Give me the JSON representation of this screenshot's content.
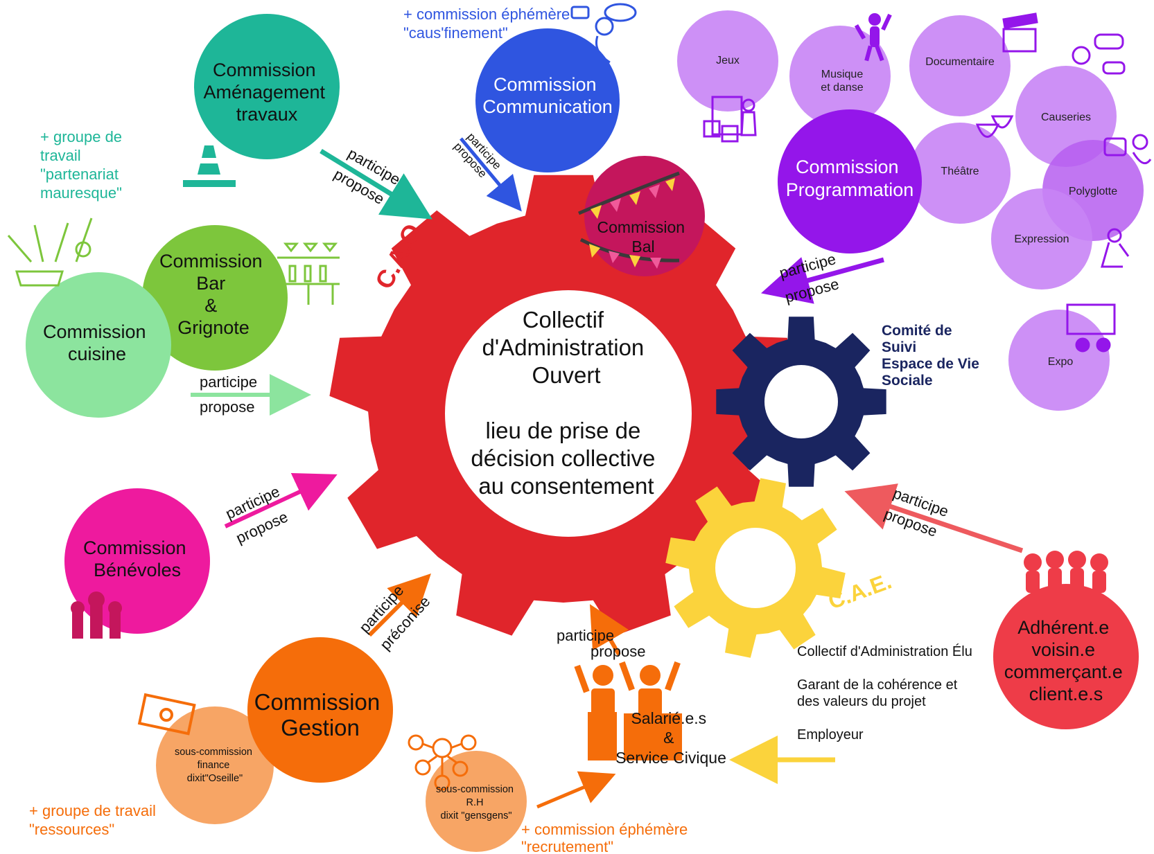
{
  "colors": {
    "red_gear": "#e0252b",
    "navy_gear": "#1a2560",
    "yellow_gear": "#fbd33c",
    "teal": "#1eb698",
    "blue": "#2f55e0",
    "bal": "#c4165c",
    "programmation": "#9416ea",
    "lilac": "#c884f5",
    "lime": "#7dc63c",
    "mint": "#8ce49e",
    "magenta": "#ee1a9e",
    "orange": "#f56d0a",
    "peach": "#f7a565",
    "coral": "#ee3c48"
  },
  "center": {
    "title": [
      "Collectif",
      "d'Administration",
      "Ouvert"
    ],
    "subtitle": [
      "lieu de prise de",
      "décision collective",
      "au consentement"
    ]
  },
  "cao_label": "C.A.O.",
  "cae": {
    "label": "C.A.E.",
    "description": [
      "Collectif d'Administration Élu",
      "Garant de la cohérence  et",
      "des valeurs du projet",
      "Employeur"
    ]
  },
  "comite": [
    "Comité de",
    "Suivi",
    "Espace de Vie",
    "Sociale"
  ],
  "commissions": {
    "amenagement": [
      "Commission",
      "Aménagement",
      "travaux"
    ],
    "communication": [
      "Commission",
      "Communication"
    ],
    "bal": [
      "Commission",
      "Bal"
    ],
    "programmation": [
      "Commission",
      "Programmation"
    ],
    "bar": [
      "Commission",
      "Bar",
      "&",
      "Grignote"
    ],
    "cuisine": [
      "Commission",
      "cuisine"
    ],
    "benevoles": [
      "Commission",
      "Bénévoles"
    ],
    "gestion": [
      "Commission",
      "Gestion"
    ],
    "adherents": [
      "Adhérent.e",
      "voisin.e",
      "commerçant.e",
      "client.e.s"
    ],
    "salaries": [
      "Salarié.e.s",
      "&",
      "Service Civique"
    ]
  },
  "sub_commissions": {
    "finance": [
      "sous-commission",
      "finance",
      "dixit\"Oseille\""
    ],
    "rh": [
      "sous-commission",
      "R.H",
      "dixit \"gensgens\""
    ]
  },
  "programmation_topics": [
    "Jeux",
    "Musique",
    "et danse",
    "Documentaire",
    "Causeries",
    "Théâtre",
    "Polyglotte",
    "Expression",
    "Expo"
  ],
  "notes": {
    "partenariat": [
      "+ groupe de",
      "travail",
      "\"partenariat",
      "mauresque\""
    ],
    "communication": [
      "+ commission éphémère",
      "\"caus'finement\""
    ],
    "ressources": [
      "+ groupe de travail",
      "\"ressources\""
    ],
    "recrutement": [
      "+ commission éphémère",
      "\"recrutement\""
    ]
  },
  "arrow_labels": {
    "participe": "participe",
    "propose": "propose",
    "preconise": "préconise"
  },
  "icons": [
    "traffic-cone-icon",
    "kitchen-utensils-icon",
    "bar-shelf-icon",
    "raised-hands-icon",
    "money-icon",
    "network-icon",
    "people-group-icon",
    "workers-icon",
    "speech-bubbles-icon",
    "dancer-icon",
    "clapperboard-icon",
    "board-game-icon",
    "theater-masks-icon",
    "chat-icon",
    "translation-icon",
    "painter-icon",
    "exhibition-icon",
    "bunting-icon"
  ]
}
